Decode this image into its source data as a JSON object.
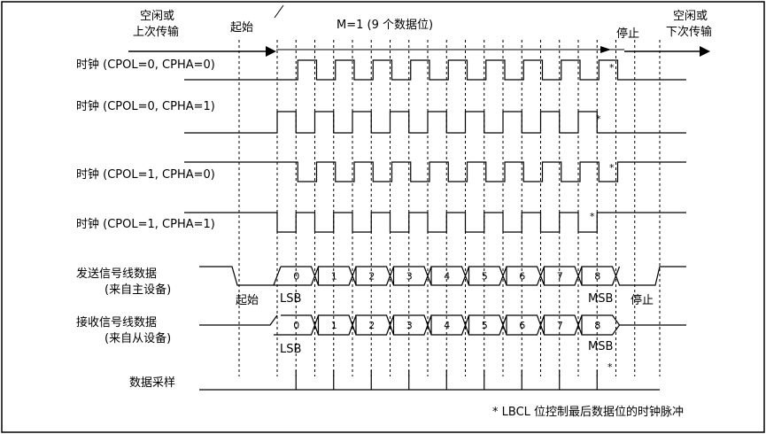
{
  "labels": {
    "idle_prev": [
      "空闲或",
      "上次传输"
    ],
    "start_top": "起始",
    "frame_title": "M=1 (9 个数据位)",
    "stop_top": "停止",
    "idle_next": [
      "空闲或",
      "下次传输"
    ],
    "clk1": "时钟 (CPOL=0, CPHA=0)",
    "clk2": "时钟 (CPOL=0, CPHA=1)",
    "clk3": "时钟 (CPOL=1, CPHA=0)",
    "clk4": "时钟 (CPOL=1, CPHA=1)",
    "tx_data": [
      "发送信号线数据",
      "(来自主设备)"
    ],
    "rx_data": [
      "接收信号线数据",
      "(来自从设备)"
    ],
    "sample": "数据采样",
    "start_mid": "起始",
    "stop_mid": "停止",
    "lsb": "LSB",
    "msb": "MSB",
    "star": "*",
    "footnote": "* LBCL 位控制最后数据位的时钟脉冲"
  },
  "bits": [
    "0",
    "1",
    "2",
    "3",
    "4",
    "5",
    "6",
    "7",
    "8"
  ]
}
